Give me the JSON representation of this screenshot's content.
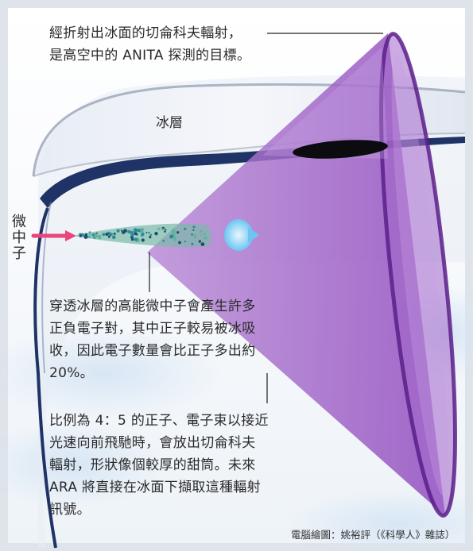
{
  "top_caption": {
    "line1": "經折射出冰面的切侖科夫輻射，",
    "line2": "是高空中的 ANITA 探測的目標。"
  },
  "ice_label": "冰層",
  "particle_label": [
    "微",
    "中",
    "子"
  ],
  "middle_caption": {
    "line1": "穿透冰層的高能微中子會產生許多",
    "line2": "正負電子對，其中正子較易被冰吸",
    "line3": "收，因此電子數量會比正子多出約",
    "line4": "20%。"
  },
  "bottom_caption": {
    "line1": "比例為 4：5 的正子、電子束以接近",
    "line2": "光速向前飛馳時，會放出切侖科夫",
    "line3": "輻射，形狀像個較厚的甜筒。未來",
    "line4": "ARA 將直接在冰面下擷取這種輻射",
    "line5": "訊號。"
  },
  "credit": "電腦繪圖：姚裕評（《科學人》雜誌）",
  "colors": {
    "cone": "#9b4fc4",
    "ice_edge": "#1f3366",
    "neutrino_arrow": "#e8467c",
    "cloud": "#c9ddf0"
  }
}
